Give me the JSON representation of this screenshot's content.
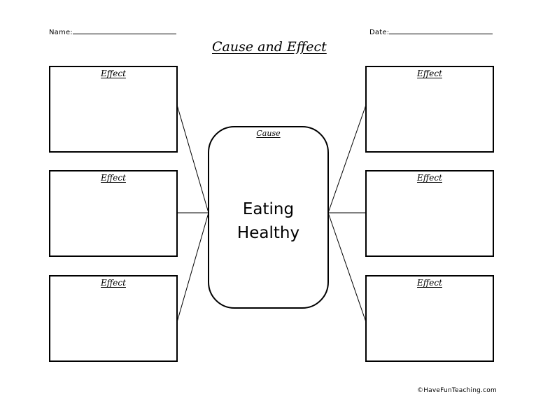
{
  "header": {
    "name_label": "Name:",
    "date_label": "Date:",
    "title": "Cause and Effect"
  },
  "cause": {
    "label": "Cause",
    "text_line1": "Eating",
    "text_line2": "Healthy"
  },
  "effects": {
    "left": [
      {
        "label": "Effect",
        "value": ""
      },
      {
        "label": "Effect",
        "value": ""
      },
      {
        "label": "Effect",
        "value": ""
      }
    ],
    "right": [
      {
        "label": "Effect",
        "value": ""
      },
      {
        "label": "Effect",
        "value": ""
      },
      {
        "label": "Effect",
        "value": ""
      }
    ]
  },
  "footer": {
    "copyright": "©HaveFunTeaching.com"
  },
  "colors": {
    "ink": "#000000",
    "paper": "#ffffff"
  }
}
